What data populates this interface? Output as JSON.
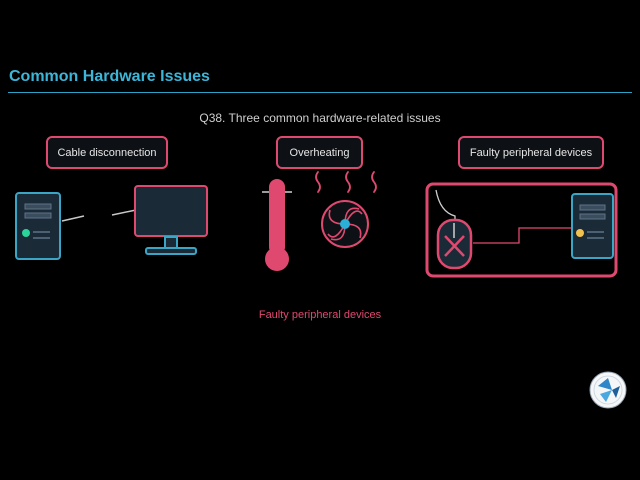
{
  "slide": {
    "title": "Common Hardware Issues",
    "question": "Q38.  Three common hardware-related issues",
    "caption": "Faulty peripheral devices"
  },
  "issues": [
    {
      "label": "Cable disconnection"
    },
    {
      "label": "Overheating"
    },
    {
      "label": "Faulty peripheral devices"
    }
  ],
  "colors": {
    "accent": "#3cb6d8",
    "highlight": "#e0496f",
    "device_fill": "#1b2a37",
    "device_stroke": "#3aa6c6",
    "status_green": "#2ad49a",
    "status_yellow": "#f2c14e"
  },
  "icons": [
    "desktop-tower-icon",
    "monitor-icon",
    "thermometer-icon",
    "heat-waves-icon",
    "fan-icon",
    "mouse-error-icon",
    "logo-icon"
  ]
}
